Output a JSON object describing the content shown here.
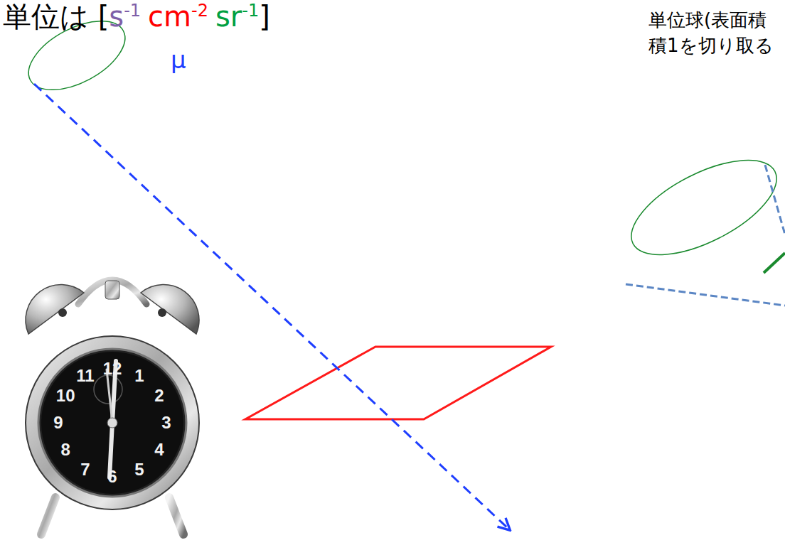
{
  "diagram": {
    "labels": [
      "単位は [",
      "s",
      "-1",
      "cm",
      "-2",
      "sr",
      "-1",
      "]",
      "μ",
      "単位球(表面積",
      "積1を切り取る",
      "12",
      "1",
      "2",
      "3",
      "4",
      "5",
      "6",
      "7",
      "8",
      "9",
      "10",
      "11"
    ]
  }
}
